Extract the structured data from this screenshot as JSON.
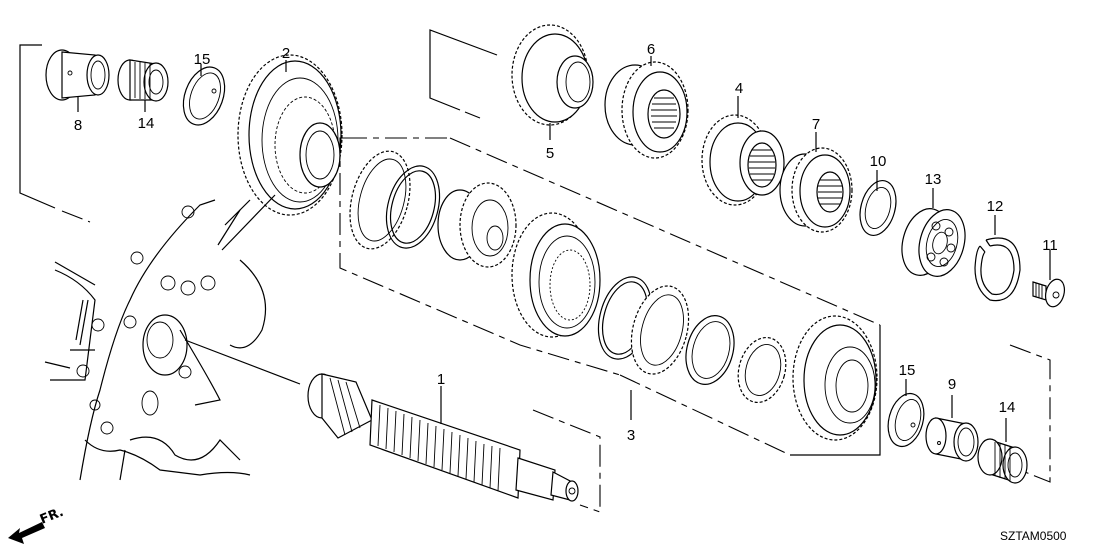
{
  "diagram": {
    "title": "Mainshaft exploded view",
    "drawing_code": "SZTAM0500",
    "direction_label": "FR.",
    "colors": {
      "line": "#000000",
      "background": "#ffffff"
    },
    "callouts": [
      {
        "id": "1",
        "label": "1",
        "part": "mainshaft"
      },
      {
        "id": "2",
        "label": "2",
        "part": "gear-2"
      },
      {
        "id": "3",
        "label": "3",
        "part": "synchro-assembly-group"
      },
      {
        "id": "4",
        "label": "4",
        "part": "gear-4"
      },
      {
        "id": "5",
        "label": "5",
        "part": "gear-5"
      },
      {
        "id": "6",
        "label": "6",
        "part": "gear-6"
      },
      {
        "id": "7",
        "label": "7",
        "part": "gear-7"
      },
      {
        "id": "8",
        "label": "8",
        "part": "collar-8"
      },
      {
        "id": "9",
        "label": "9",
        "part": "collar-9"
      },
      {
        "id": "10",
        "label": "10",
        "part": "washer-10"
      },
      {
        "id": "11",
        "label": "11",
        "part": "bolt-11"
      },
      {
        "id": "12",
        "label": "12",
        "part": "snap-ring-12"
      },
      {
        "id": "13",
        "label": "13",
        "part": "ball-bearing-13"
      },
      {
        "id": "14a",
        "label": "14",
        "part": "needle-bearing-left"
      },
      {
        "id": "14b",
        "label": "14",
        "part": "needle-bearing-right"
      },
      {
        "id": "15a",
        "label": "15",
        "part": "synchro-ring-left"
      },
      {
        "id": "15b",
        "label": "15",
        "part": "synchro-ring-right"
      }
    ]
  }
}
